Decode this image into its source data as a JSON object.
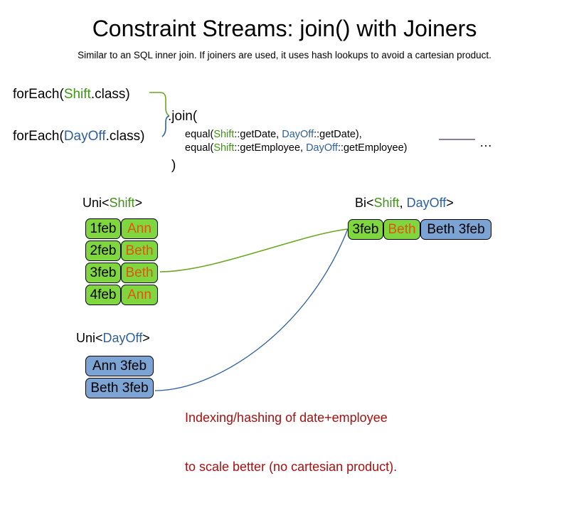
{
  "header": {
    "title": "Constraint Streams: join() with Joiners",
    "subtitle": "Similar to an SQL inner join. If joiners are used, it uses hash lookups to avoid a cartesian product."
  },
  "code": {
    "foreach_shift_prefix": "forEach(",
    "foreach_shift_type": "Shift",
    "foreach_shift_suffix": ".class)",
    "foreach_dayoff_prefix": "forEach(",
    "foreach_dayoff_type": "DayOff",
    "foreach_dayoff_suffix": ".class)",
    "join_open": ".join(",
    "join_close": ")",
    "joiner_1": {
      "prefix": "equal(",
      "type_a": "Shift",
      "mid": "::getDate, ",
      "type_b": "DayOff",
      "suffix": "::getDate),"
    },
    "joiner_2": {
      "prefix": "equal(",
      "type_a": "Shift",
      "mid": "::getEmployee, ",
      "type_b": "DayOff",
      "suffix": "::getEmployee)"
    },
    "ellipsis": "…"
  },
  "streams": {
    "uni_shift": {
      "label_prefix": "Uni<",
      "label_type": "Shift",
      "label_suffix": ">",
      "rows": [
        {
          "date": "1feb",
          "employee": "Ann"
        },
        {
          "date": "2feb",
          "employee": "Beth"
        },
        {
          "date": "3feb",
          "employee": "Beth"
        },
        {
          "date": "4feb",
          "employee": "Ann"
        }
      ]
    },
    "uni_dayoff": {
      "label_prefix": "Uni<",
      "label_type": "DayOff",
      "label_suffix": ">",
      "rows": [
        {
          "text": "Ann 3feb"
        },
        {
          "text": "Beth 3feb"
        }
      ]
    },
    "bi": {
      "label_prefix": "Bi<",
      "label_type_a": "Shift",
      "label_comma": ", ",
      "label_type_b": "DayOff",
      "label_suffix": ">",
      "row": {
        "shift_date": "3feb",
        "shift_employee": "Beth",
        "dayoff": "Beth 3feb"
      }
    }
  },
  "annotation": {
    "line1": "Indexing/hashing of date+employee",
    "line2": "to scale better (no cartesian product)."
  },
  "colors": {
    "shift_green": "#3d9512",
    "dayoff_blue": "#2d5f9e",
    "box_green": "#7fd63f",
    "box_blue": "#7ba3d4",
    "employee_orange": "#e0550f",
    "annotation_red": "#a81010",
    "ellipsis_rule": "#6b4f7a"
  }
}
